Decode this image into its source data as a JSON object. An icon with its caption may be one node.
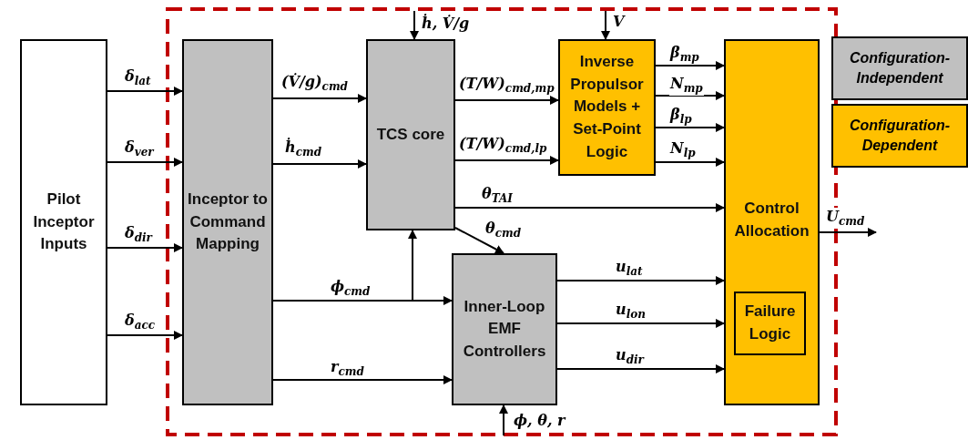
{
  "diagram": {
    "nodes": [
      {
        "text": [
          "Pilot Inceptor Inputs"
        ]
      },
      {
        "text": [
          "Inceptor to Command Mapping"
        ]
      },
      {
        "text": [
          "TCS core"
        ]
      },
      {
        "text": [
          "Inverse Propulsor Models + Set-Point Logic"
        ]
      },
      {
        "text": [
          "Control Allocation"
        ]
      },
      {
        "text": [
          "Failure Logic"
        ],
        "in": 4
      },
      {
        "text": [
          "Inner-Loop EMF Controllers"
        ]
      }
    ],
    "edges": [
      {
        "from": 0,
        "to": 1,
        "arrow": "to",
        "label": "δ$_{lat}$"
      },
      {
        "from": 0,
        "to": 1,
        "arrow": "to",
        "label": "δ$_{ver}$"
      },
      {
        "from": 0,
        "to": 1,
        "arrow": "to",
        "label": "δ$_{dir}$"
      },
      {
        "from": 0,
        "to": 1,
        "arrow": "to",
        "label": "δ$_{acc}$"
      },
      {
        "from": 1,
        "to": 2,
        "arrow": "to",
        "label": "(V̇/g)$_{cmd}$"
      },
      {
        "from": 1,
        "to": 2,
        "arrow": "to",
        "label": "ḣ$_{cmd}$"
      },
      {
        "from": null,
        "to": 2,
        "arrow": "to",
        "label": "ḣ, V̇/g"
      },
      {
        "from": 2,
        "to": 3,
        "arrow": "to",
        "label": "(T/W)$_{cmd,mp}$"
      },
      {
        "from": 2,
        "to": 3,
        "arrow": "to",
        "label": "(T/W)$_{cmd,lp}$"
      },
      {
        "from": null,
        "to": 3,
        "arrow": "to",
        "label": "V"
      },
      {
        "from": 3,
        "to": 4,
        "arrow": "to",
        "label": "β$_{mp}$"
      },
      {
        "from": 3,
        "to": 4,
        "arrow": "to",
        "label": "N$_{mp}$"
      },
      {
        "from": 3,
        "to": 4,
        "arrow": "to",
        "label": "β$_{lp}$"
      },
      {
        "from": 3,
        "to": 4,
        "arrow": "to",
        "label": "N$_{lp}$"
      },
      {
        "from": 2,
        "to": 4,
        "arrow": "to",
        "label": "θ$_{TAI}$"
      },
      {
        "from": 2,
        "to": 6,
        "arrow": "to",
        "label": "θ$_{cmd}$"
      },
      {
        "from": 1,
        "to": 6,
        "arrow": "to",
        "label": "ϕ$_{cmd}$"
      },
      {
        "from": 1,
        "to": 2,
        "arrow": "to"
      },
      {
        "from": 1,
        "to": 6,
        "arrow": "to",
        "label": "r$_{cmd}$"
      },
      {
        "from": 6,
        "to": 4,
        "arrow": "to",
        "label": "u$_{lat}$"
      },
      {
        "from": 6,
        "to": 4,
        "arrow": "to",
        "label": "u$_{lon}$"
      },
      {
        "from": 6,
        "to": 4,
        "arrow": "to",
        "label": "u$_{dir}$"
      },
      {
        "from": null,
        "to": 6,
        "arrow": "to",
        "label": "ϕ, θ, r"
      },
      {
        "from": 4,
        "to": null,
        "arrow": "to",
        "label": "U$_{cmd}$"
      }
    ],
    "legend": [
      {
        "text": "Configuration-Independent",
        "color": "#c0c0c0"
      },
      {
        "text": "Configuration-Dependent",
        "color": "#ffc000"
      }
    ]
  }
}
